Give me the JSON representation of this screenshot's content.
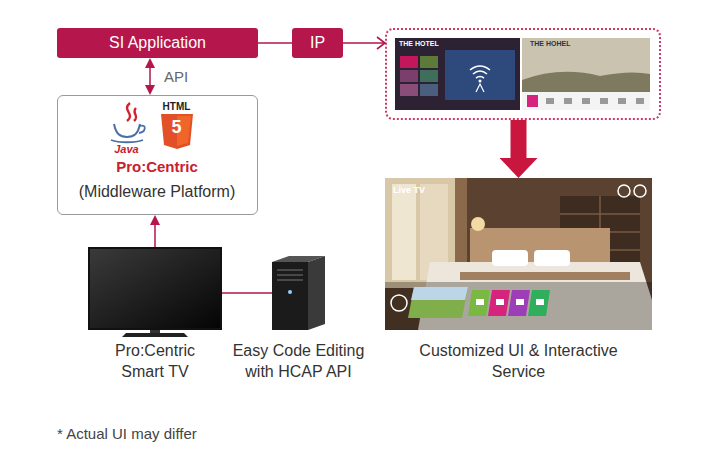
{
  "diagram": {
    "nodes": [
      {
        "text": [
          "SI Application"
        ]
      },
      {
        "text": [
          "IP"
        ]
      },
      {
        "text": [
          "THE HOTEL",
          "THE HOHEL"
        ]
      },
      {
        "text": [
          "Java",
          "HTML",
          "5",
          "Pro:Centric",
          "(Middleware Platform)"
        ]
      },
      {
        "text": [
          "Pro:Centric Smart TV"
        ]
      },
      {
        "text": [
          "Easy Code Editing with HCAP API"
        ]
      },
      {
        "text": [
          "Live TV",
          "Customized UI & Interactive Service"
        ]
      }
    ],
    "edges": [
      {
        "from": 0,
        "to": 1,
        "arrow": "none"
      },
      {
        "from": 1,
        "to": 2,
        "arrow": "to"
      },
      {
        "from": 0,
        "to": 3,
        "label": "API",
        "arrow": "both"
      },
      {
        "from": 2,
        "to": 6,
        "arrow": "to"
      },
      {
        "from": 4,
        "to": 3,
        "arrow": "to"
      },
      {
        "from": 4,
        "to": 5,
        "arrow": "none"
      }
    ],
    "labels": [
      "* Actual UI may differ"
    ]
  }
}
